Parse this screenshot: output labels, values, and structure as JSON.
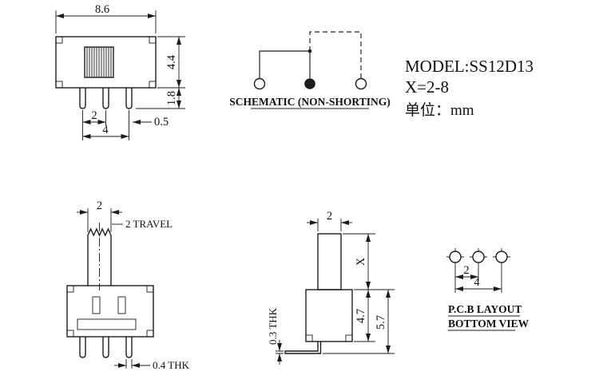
{
  "title_block": {
    "model": "MODEL:SS12D13",
    "x_range": "X=2-8",
    "unit_label": "单位：mm"
  },
  "schematic": {
    "caption": "SCHEMATIC (NON-SHORTING)"
  },
  "front_view": {
    "dims": {
      "body_width": "8.6",
      "body_height": "4.4",
      "pin_length": "1.8",
      "pin_pitch": "2",
      "pin_width": "0.5",
      "pin_span": "4"
    }
  },
  "travel_view": {
    "dims": {
      "knob_width": "2",
      "travel": "2 TRAVEL",
      "pin_thickness": "0.4 THK"
    }
  },
  "side_view": {
    "dims": {
      "knob_width": "2",
      "knob_height": "X",
      "body_height": "4.7",
      "overall_height": "5.7",
      "pin_thickness": "0.3 THK"
    }
  },
  "pcb_layout": {
    "caption_line1": "P.C.B LAYOUT",
    "caption_line2": "BOTTOM VIEW",
    "dims": {
      "hole_pitch": "2",
      "hole_span": "4"
    }
  }
}
